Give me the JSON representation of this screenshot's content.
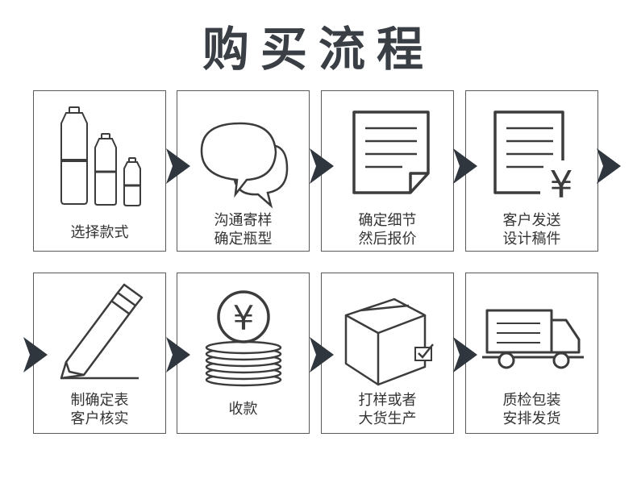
{
  "title": "购买流程",
  "steps": [
    {
      "line1": "选择款式",
      "line2": ""
    },
    {
      "line1": "沟通寄样",
      "line2": "确定瓶型"
    },
    {
      "line1": "确定细节",
      "line2": "然后报价"
    },
    {
      "line1": "客户发送",
      "line2": "设计稿件"
    },
    {
      "line1": "制确定表",
      "line2": "客户核实"
    },
    {
      "line1": "收款",
      "line2": ""
    },
    {
      "line1": "打样或者",
      "line2": "大货生产"
    },
    {
      "line1": "质检包装",
      "line2": "安排发货"
    }
  ],
  "icons": [
    "bottles-icon",
    "speech-bubbles-icon",
    "document-icon",
    "document-yen-icon",
    "pencil-icon",
    "coin-stack-icon",
    "box-icon",
    "truck-icon"
  ],
  "currency_symbol": "¥",
  "colors": {
    "arrow": "#30363d",
    "border": "#5a5a5a",
    "icon": "#3c3c3c"
  }
}
